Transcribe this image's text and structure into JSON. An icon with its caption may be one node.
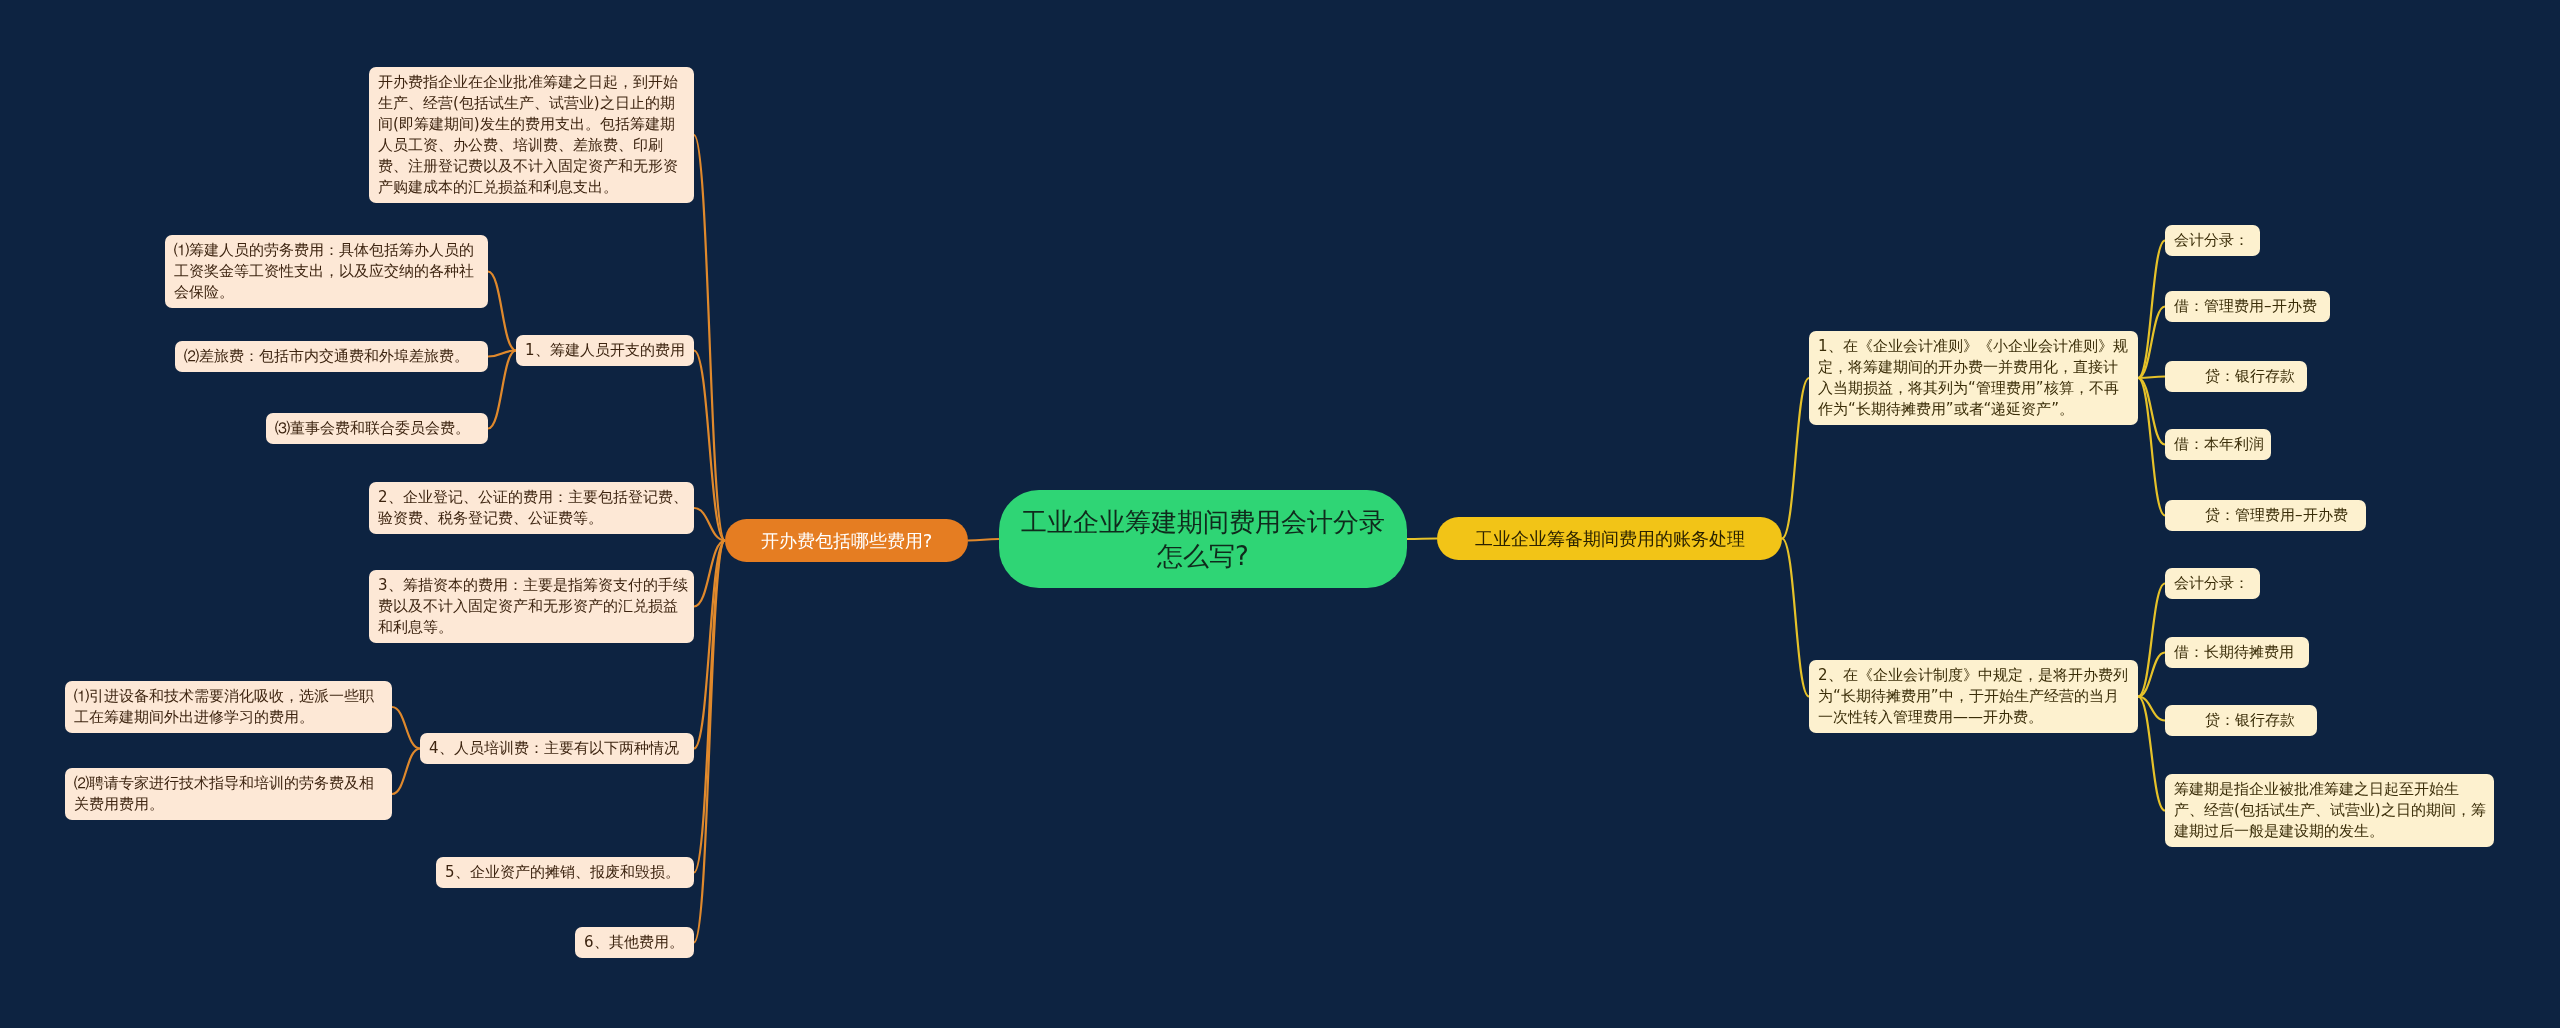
{
  "diagram": {
    "nodes": [
      {
        "text": [
          "工业企业筹建期间费用会计分录怎么写?"
        ]
      },
      {
        "text": [
          "开办费包括哪些费用?"
        ]
      },
      {
        "text": [
          "工业企业筹备期间费用的账务处理"
        ]
      },
      {
        "text": [
          "开办费指企业在企业批准筹建之日起，到开始生产、经营(包括试生产、试营业)之日止的期间(即筹建期间)发生的费用支出。包括筹建期人员工资、办公费、培训费、差旅费、印刷费、注册登记费以及不计入固定资产和无形资产购建成本的汇兑损益和利息支出。"
        ]
      },
      {
        "text": [
          "1、筹建人员开支的费用"
        ]
      },
      {
        "text": [
          "⑴筹建人员的劳务费用：具体包括筹办人员的工资奖金等工资性支出，以及应交纳的各种社会保险。"
        ]
      },
      {
        "text": [
          "⑵差旅费：包括市内交通费和外埠差旅费。"
        ]
      },
      {
        "text": [
          "⑶董事会费和联合委员会费。"
        ]
      },
      {
        "text": [
          "2、企业登记、公证的费用：主要包括登记费、验资费、税务登记费、公证费等。"
        ]
      },
      {
        "text": [
          "3、筹措资本的费用：主要是指筹资支付的手续费以及不计入固定资产和无形资产的汇兑损益和利息等。"
        ]
      },
      {
        "text": [
          "4、人员培训费：主要有以下两种情况"
        ]
      },
      {
        "text": [
          "⑴引进设备和技术需要消化吸收，选派一些职工在筹建期间外出进修学习的费用。"
        ]
      },
      {
        "text": [
          "⑵聘请专家进行技术指导和培训的劳务费及相关费用费用。"
        ]
      },
      {
        "text": [
          "5、企业资产的摊销、报废和毁损。"
        ]
      },
      {
        "text": [
          "6、其他费用。"
        ]
      },
      {
        "text": [
          "1、在《企业会计准则》《小企业会计准则》规定，将筹建期间的开办费一并费用化，直接计入当期损益，将其列为“管理费用”核算，不再作为“长期待摊费用”或者“递延资产”。"
        ]
      },
      {
        "text": [
          "会计分录："
        ]
      },
      {
        "text": [
          "借：管理费用–开办费"
        ]
      },
      {
        "text": [
          "贷：银行存款"
        ]
      },
      {
        "text": [
          "借：本年利润"
        ]
      },
      {
        "text": [
          "贷：管理费用–开办费"
        ]
      },
      {
        "text": [
          "2、在《企业会计制度》中规定，是将开办费列为“长期待摊费用”中，于开始生产经营的当月一次性转入管理费用——开办费。"
        ]
      },
      {
        "text": [
          "会计分录："
        ]
      },
      {
        "text": [
          "借：长期待摊费用"
        ]
      },
      {
        "text": [
          "贷：银行存款"
        ]
      },
      {
        "text": [
          "筹建期是指企业被批准筹建之日起至开始生产、经营(包括试生产、试营业)之日的期间，筹建期过后一般是建设期的发生。"
        ]
      }
    ],
    "edges": [
      {
        "from": 0,
        "to": 1,
        "arrow": "none"
      },
      {
        "from": 0,
        "to": 2,
        "arrow": "none",
        "color": "#e6c229"
      },
      {
        "from": 1,
        "to": 3,
        "arrow": "none"
      },
      {
        "from": 1,
        "to": 4,
        "arrow": "none"
      },
      {
        "from": 4,
        "to": 5,
        "arrow": "none"
      },
      {
        "from": 4,
        "to": 6,
        "arrow": "none"
      },
      {
        "from": 4,
        "to": 7,
        "arrow": "none"
      },
      {
        "from": 1,
        "to": 8,
        "arrow": "none"
      },
      {
        "from": 1,
        "to": 9,
        "arrow": "none"
      },
      {
        "from": 1,
        "to": 10,
        "arrow": "none"
      },
      {
        "from": 10,
        "to": 11,
        "arrow": "none"
      },
      {
        "from": 10,
        "to": 12,
        "arrow": "none"
      },
      {
        "from": 1,
        "to": 13,
        "arrow": "none"
      },
      {
        "from": 1,
        "to": 14,
        "arrow": "none"
      },
      {
        "from": 2,
        "to": 15,
        "arrow": "none",
        "color": "#e6c229"
      },
      {
        "from": 15,
        "to": 16,
        "arrow": "none",
        "color": "#e6c229"
      },
      {
        "from": 15,
        "to": 17,
        "arrow": "none",
        "color": "#e6c229"
      },
      {
        "from": 15,
        "to": 18,
        "arrow": "none",
        "color": "#e6c229"
      },
      {
        "from": 15,
        "to": 19,
        "arrow": "none",
        "color": "#e6c229"
      },
      {
        "from": 15,
        "to": 20,
        "arrow": "none",
        "color": "#e6c229"
      },
      {
        "from": 2,
        "to": 21,
        "arrow": "none",
        "color": "#e6c229"
      },
      {
        "from": 21,
        "to": 22,
        "arrow": "none",
        "color": "#e6c229"
      },
      {
        "from": 21,
        "to": 23,
        "arrow": "none",
        "color": "#e6c229"
      },
      {
        "from": 21,
        "to": 24,
        "arrow": "none",
        "color": "#e6c229"
      },
      {
        "from": 21,
        "to": 25,
        "arrow": "none",
        "color": "#e6c229"
      }
    ]
  }
}
